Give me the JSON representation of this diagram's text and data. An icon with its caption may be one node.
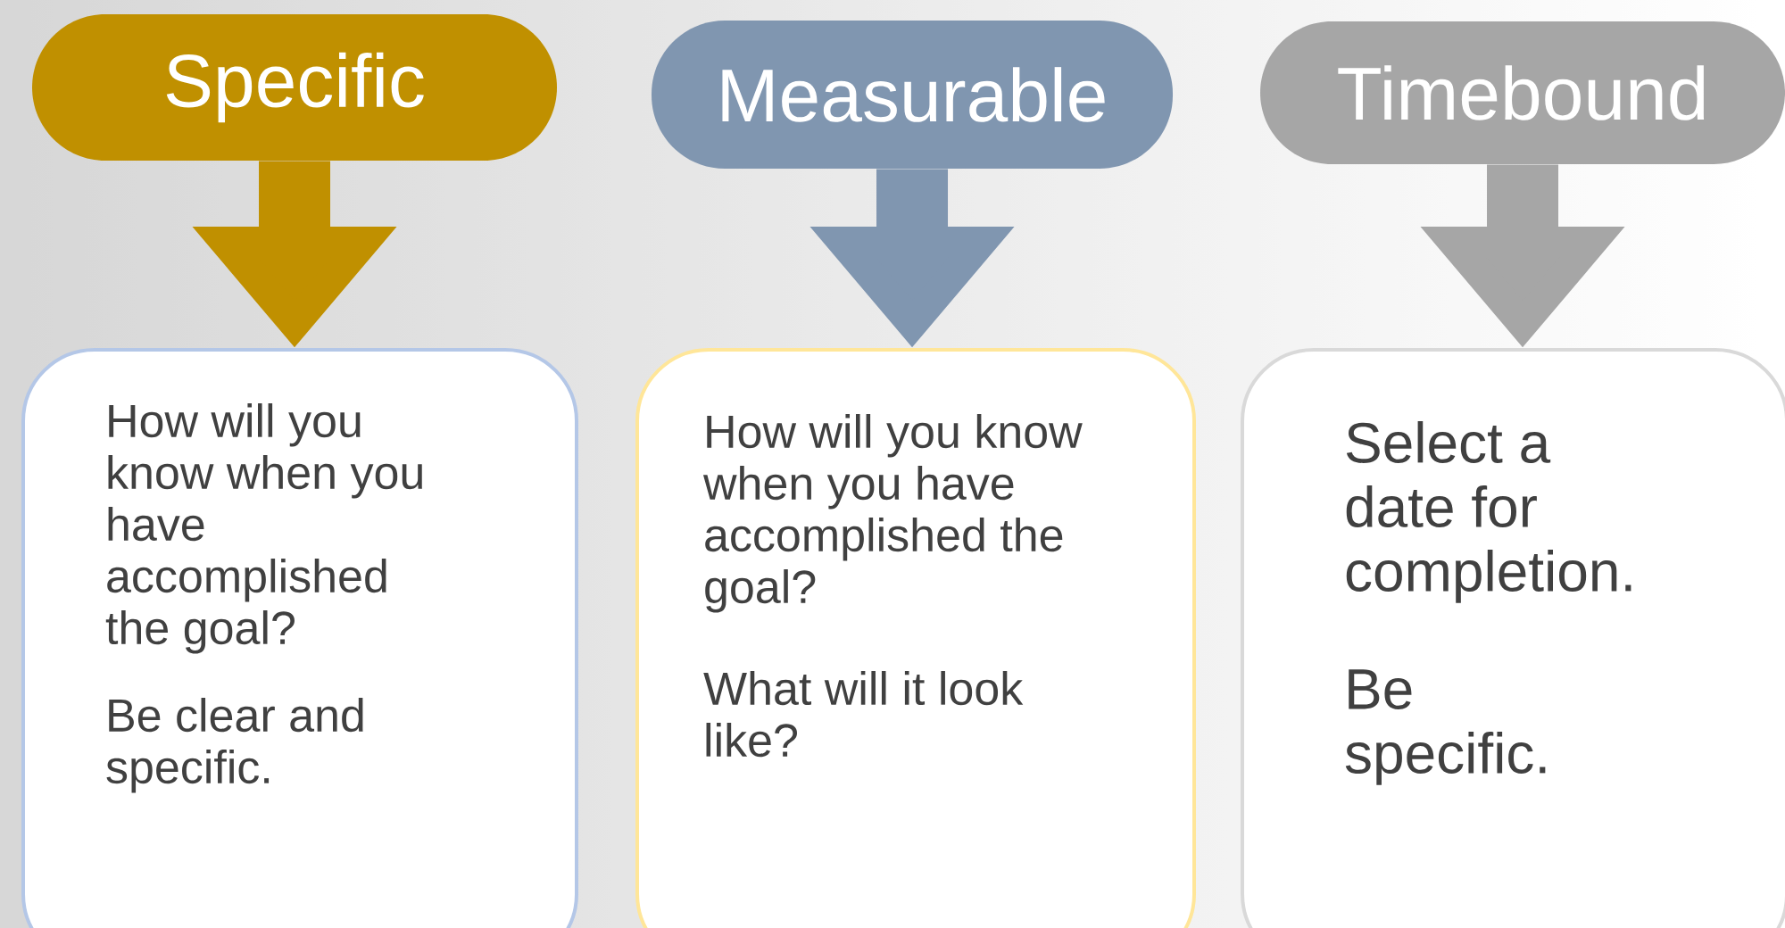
{
  "diagram": {
    "nodes": [
      {
        "text": [
          "Specific"
        ]
      },
      {
        "text": [
          "How will you know when you have accomplished the goal?",
          "Be clear and specific."
        ]
      },
      {
        "text": [
          "Measurable"
        ]
      },
      {
        "text": [
          "How will you know when you have accomplished the goal?",
          "What will it look like?"
        ]
      },
      {
        "text": [
          "Timebound"
        ]
      },
      {
        "text": [
          "Select a date for completion.",
          "Be specific."
        ]
      }
    ],
    "edges": [
      {
        "from": 0,
        "to": 1,
        "arrow": "to",
        "color": "#c09000"
      },
      {
        "from": 2,
        "to": 3,
        "arrow": "to",
        "color": "#8096b0"
      },
      {
        "from": 4,
        "to": 5,
        "arrow": "to",
        "color": "#a6a6a6"
      }
    ]
  }
}
